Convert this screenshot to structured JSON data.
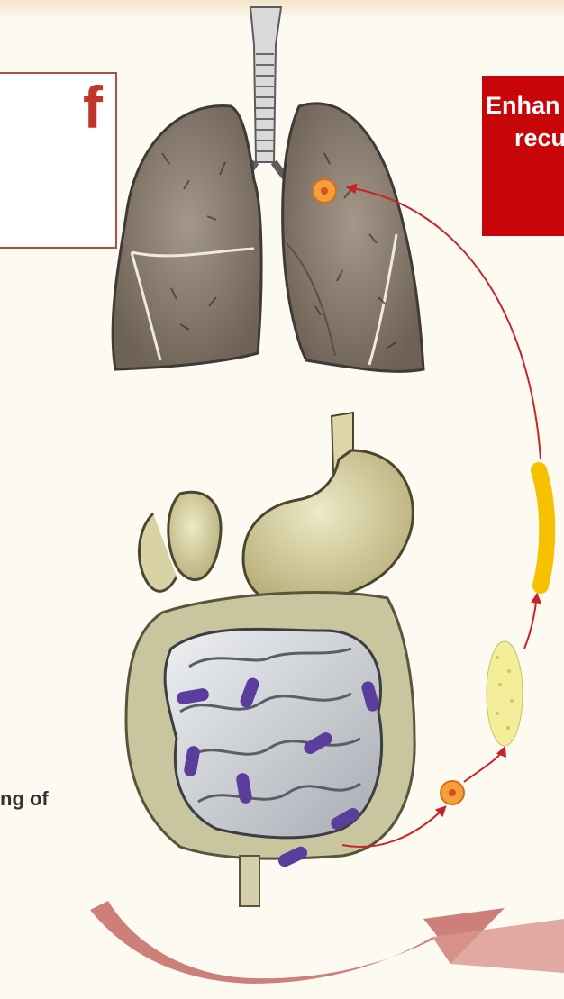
{
  "left_box": {
    "text": "f"
  },
  "right_box": {
    "line1": "Enhan",
    "line2": "recu"
  },
  "side_label": "ng of",
  "colors": {
    "red_box": "#c80508",
    "arrow": "#c9232a",
    "bacteria": "#5a3d9c",
    "big_arrow": "#c8716d",
    "cell_orange": "#f3a03c",
    "bar_yellow": "#f7c000"
  }
}
